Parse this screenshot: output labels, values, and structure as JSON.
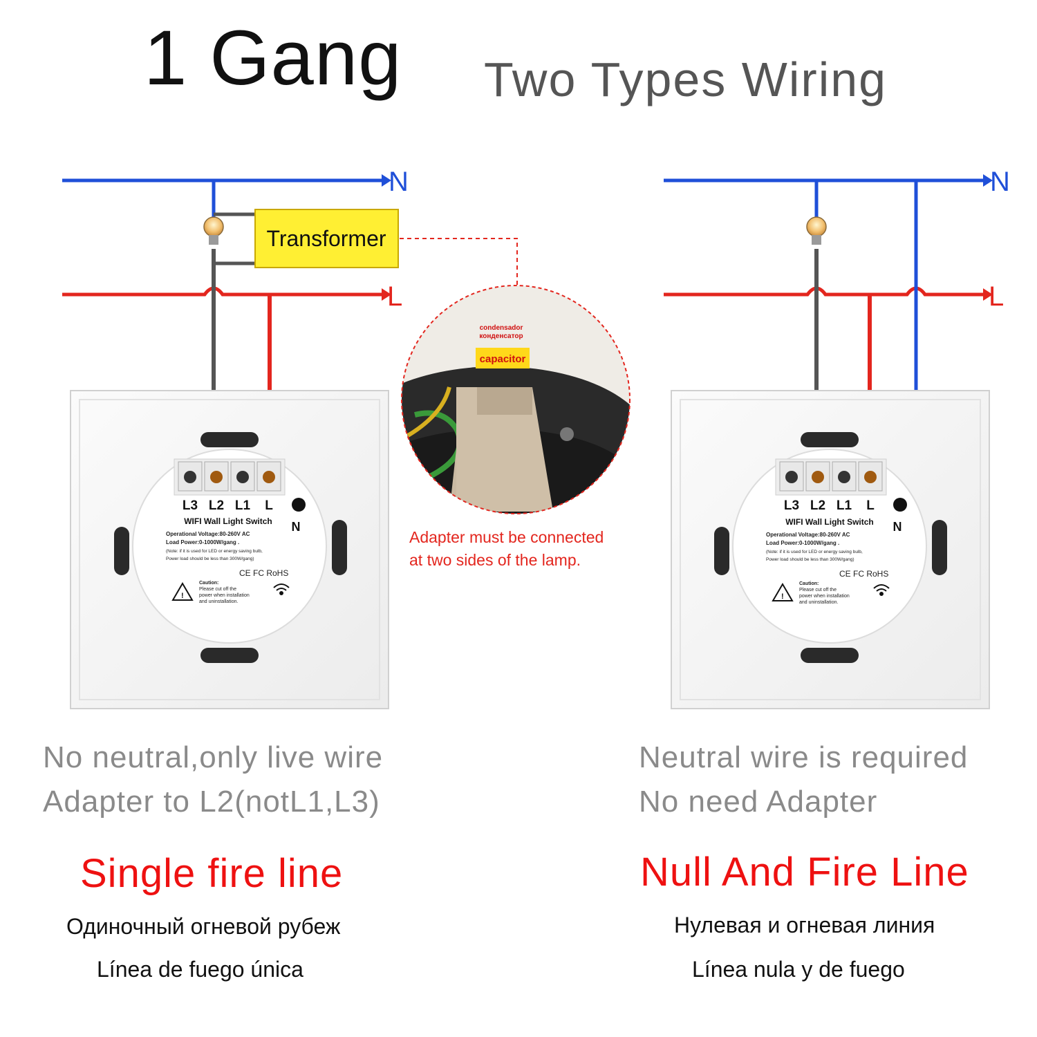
{
  "header": {
    "main": "1 Gang",
    "sub": "Two Types Wiring"
  },
  "wires": {
    "neutral_label": "N",
    "live_label": "L",
    "neutral_color": "#1f4fd8",
    "live_color": "#e3261e",
    "load_color": "#555555"
  },
  "left": {
    "transformer_label": "Transformer",
    "terminals": [
      "L3",
      "L2",
      "L1",
      "L"
    ],
    "n_label": "N",
    "device_title": "WIFI Wall Light Switch",
    "spec_lines": [
      "Operational Voltage:80-260V AC",
      "Load Power:0-1000W/gang .",
      "(Note: if it is used for LED or energy saving bulb,",
      "Power load should be less than 300W/gang)"
    ],
    "cert": "CE FC RoHS",
    "caution_lines": [
      "Caution:",
      "Please cut off the",
      "power when installation",
      "and uninstallation."
    ],
    "caption_line1": "No neutral,only live wire",
    "caption_line2": "Adapter to L2(notL1,L3)",
    "title": "Single fire line",
    "title_ru": "Одиночный огневой рубеж",
    "title_es": "Línea de fuego única"
  },
  "inset": {
    "label_es": "condensador",
    "label_ru": "конденсатор",
    "tag": "capacitor",
    "note_line1": "Adapter must be connected",
    "note_line2": "at two sides of the lamp."
  },
  "right": {
    "terminals": [
      "L3",
      "L2",
      "L1",
      "L"
    ],
    "n_label": "N",
    "device_title": "WIFI Wall Light Switch",
    "spec_lines": [
      "Operational Voltage:80-260V AC",
      "Load Power:0-1000W/gang .",
      "(Note: if it is used for LED or energy saving bulb,",
      "Power load should be less than 300W/gang)"
    ],
    "cert": "CE FC RoHS",
    "caution_lines": [
      "Caution:",
      "Please cut off the",
      "power when installation",
      "and uninstallation."
    ],
    "caption_line1": "Neutral wire is required",
    "caption_line2": "No need Adapter",
    "title": "Null And Fire Line",
    "title_ru": "Нулевая и огневая линия",
    "title_es": "Línea nula y de fuego"
  }
}
